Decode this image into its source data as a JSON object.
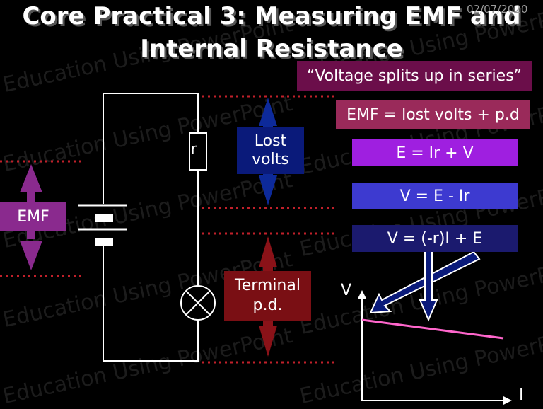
{
  "slide": {
    "title_line1": "Core Practical 3: Measuring EMF and",
    "title_line2": "Internal Resistance",
    "date": "02/07/2020",
    "watermark": "Education Using PowerPoint"
  },
  "labels": {
    "quote": "“Voltage splits up in series”",
    "emf_equation": "EMF = lost volts + p.d",
    "eq1": "E = Ir + V",
    "eq2": "V = E - Ir",
    "eq3": "V = (-r)I + E",
    "lost_line1": "Lost",
    "lost_line2": "volts",
    "terminal_line1": "Terminal",
    "terminal_line2": "p.d.",
    "emf": "EMF",
    "resistor": "r"
  },
  "graph": {
    "y_axis_label": "V",
    "x_axis_label": "I",
    "line_color": "#ff66cc"
  },
  "colors": {
    "dotted_line": "#c0202a",
    "lost_arrow": "#0d2a9a",
    "terminal_arrow": "#8a1218",
    "emf_arrow": "#8a2a8e"
  }
}
